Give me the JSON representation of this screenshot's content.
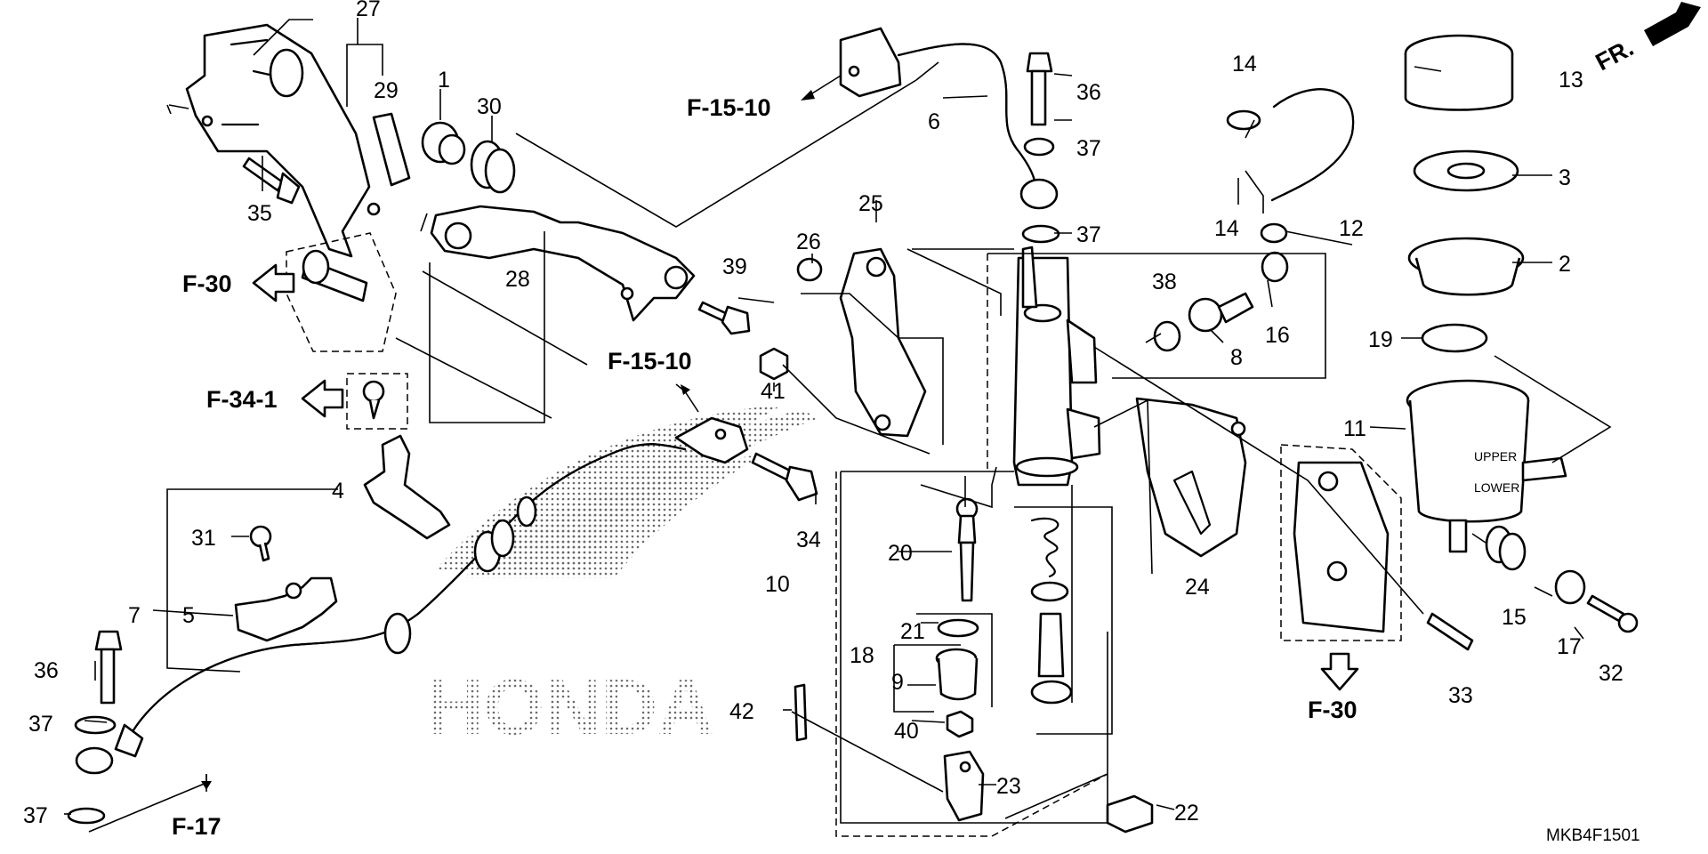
{
  "diagram_code": "MKB4F1501",
  "direction_indicator": "FR.",
  "references": {
    "ref_f15_10_top": "F-15-10",
    "ref_f15_10_mid": "F-15-10",
    "ref_f30_left": "F-30",
    "ref_f34_1": "F-34-1",
    "ref_f17": "F-17",
    "ref_f30_right": "F-30"
  },
  "parts": {
    "p1": "1",
    "p2": "2",
    "p3": "3",
    "p4": "4",
    "p5": "5",
    "p6": "6",
    "p7": "7",
    "p8": "8",
    "p9": "9",
    "p10": "10",
    "p11": "11",
    "p12": "12",
    "p13": "13",
    "p14a": "14",
    "p14b": "14",
    "p15": "15",
    "p16": "16",
    "p17": "17",
    "p18": "18",
    "p19": "19",
    "p20": "20",
    "p21": "21",
    "p22": "22",
    "p23": "23",
    "p24": "24",
    "p25": "25",
    "p26": "26",
    "p27": "27",
    "p28": "28",
    "p29": "29",
    "p30": "30",
    "p31": "31",
    "p32": "32",
    "p33": "33",
    "p34": "34",
    "p35": "35",
    "p36a": "36",
    "p36b": "36",
    "p37a": "37",
    "p37b": "37",
    "p37c": "37",
    "p37d": "37",
    "p38": "38",
    "p39": "39",
    "p40": "40",
    "p41": "41",
    "p42": "42"
  },
  "reservoir_marks": {
    "upper": "UPPER",
    "lower": "LOWER"
  },
  "watermark_brand": "HONDA"
}
